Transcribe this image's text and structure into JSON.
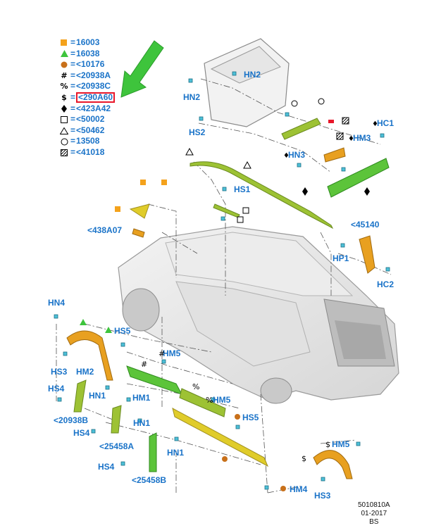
{
  "legend": {
    "items": [
      {
        "symbol": "orange-square-icon",
        "text": "16003"
      },
      {
        "symbol": "green-triangle-icon",
        "text": "16038"
      },
      {
        "symbol": "brown-circle-icon",
        "text": "<10176"
      },
      {
        "symbol": "#",
        "text": "<20938A"
      },
      {
        "symbol": "%",
        "text": "<20938C"
      },
      {
        "symbol": "$",
        "text": "<290A60",
        "highlighted": true
      },
      {
        "symbol": "diamond-icon",
        "text": "<423A42"
      },
      {
        "symbol": "open-square-icon",
        "text": "<50002"
      },
      {
        "symbol": "open-triangle-icon",
        "text": "<50462"
      },
      {
        "symbol": "open-circle-icon",
        "text": "13508"
      },
      {
        "symbol": "hatched-square-icon",
        "text": "<41018"
      }
    ],
    "equals": "="
  },
  "labels": {
    "hn2_top": "HN2",
    "hn2_left": "HN2",
    "hs2": "HS2",
    "hs1": "HS1",
    "hn3": "HN3",
    "hm3": "HM3",
    "hc1": "HC1",
    "p438a07": "<438A07",
    "p45140": "<45140",
    "hp1": "HP1",
    "hc2": "HC2",
    "hn4": "HN4",
    "hs5_left": "HS5",
    "hs3_left": "HS3",
    "hm2": "HM2",
    "hn1_a": "HN1",
    "hs4_a": "HS4",
    "hm5_mid": "HM5",
    "hm1": "HM1",
    "hm5_right": "HM5",
    "p20938b": "<20938B",
    "hn1_b": "HN1",
    "hs4_b": "HS4",
    "p25458a": "<25458A",
    "hs5_right": "HS5",
    "hn1_c": "HN1",
    "hs4_c": "HS4",
    "p25458b": "<25458B",
    "hm5_bottom": "HM5",
    "hm4": "HM4",
    "hs3_bottom": "HS3",
    "sym_hash_hm5": "#",
    "sym_pct": "%",
    "sym_pct_hm5": "%",
    "sym_dollar": "$",
    "sym_dollar_hm5": "$",
    "sym_diamond_hn3": "♦",
    "sym_diamond_hm3": "♦",
    "sym_diamond_hc1": "♦",
    "sym_hash": "#"
  },
  "footer": {
    "code": "5010810A",
    "date": "01-2017",
    "suffix": "BS"
  },
  "colors": {
    "label_blue": "#1a73c8",
    "highlight_red": "#e8172a",
    "part_green": "#5cc43a",
    "part_olive": "#9dc234",
    "part_yellow": "#e0cc2a",
    "part_orange": "#e8a020",
    "arrow_green": "#3ec43c",
    "callout_brown": "#c8701a",
    "callout_orange": "#f4a21c"
  }
}
